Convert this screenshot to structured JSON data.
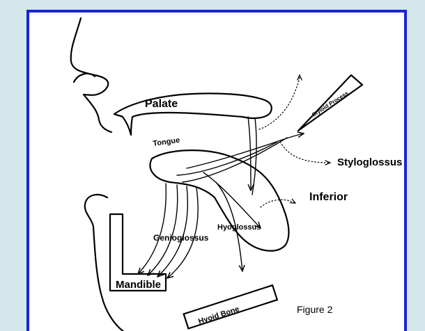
{
  "labels": {
    "palate": "Palate",
    "tongue": "Tongue",
    "styloid_process": "Styloid Process",
    "styloglossus": "Styloglossus",
    "inferior": "Inferior",
    "hyoglossus": "Hyoglossus",
    "genioglossus": "Genioglossus",
    "mandible": "Mandible",
    "hyoid_bone": "Hyoid Bone"
  },
  "caption": "Figure 2",
  "colors": {
    "background": "#d4e8ec",
    "frame_border": "#1c23d6",
    "panel": "#ffffff",
    "ink": "#000000"
  }
}
